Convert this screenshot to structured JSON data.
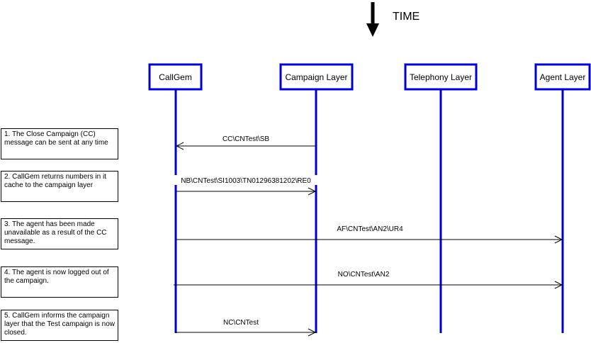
{
  "time_label": "TIME",
  "lanes": [
    {
      "id": "callgem",
      "label": "CallGem"
    },
    {
      "id": "campaign",
      "label": "Campaign Layer"
    },
    {
      "id": "telephony",
      "label": "Telephony Layer"
    },
    {
      "id": "agent",
      "label": "Agent Layer"
    }
  ],
  "messages": [
    {
      "label": "CC\\CNTest\\SB",
      "from": "campaign",
      "to": "callgem"
    },
    {
      "label": "NB\\CNTest\\SI1003\\TN01296381202\\RE0",
      "from": "callgem",
      "to": "campaign"
    },
    {
      "label": "AF\\CNTest\\AN2\\UR4",
      "from": "callgem",
      "to": "agent"
    },
    {
      "label": "NO\\CNTest\\AN2",
      "from": "callgem",
      "to": "agent"
    },
    {
      "label": "NC\\CNTest",
      "from": "callgem",
      "to": "campaign"
    }
  ],
  "notes": [
    "1. The Close Campaign (CC) message can be sent at any time",
    "2. CallGem returns numbers in it cache to the campaign layer",
    "3. The agent has been made unavailable as a result of the CC message.",
    "4. The agent is now logged out of the campaign.",
    "5. CallGem informs the campaign layer that the Test campaign is now closed."
  ],
  "colors": {
    "lane": "#0000cc",
    "arrow": "#000000"
  }
}
